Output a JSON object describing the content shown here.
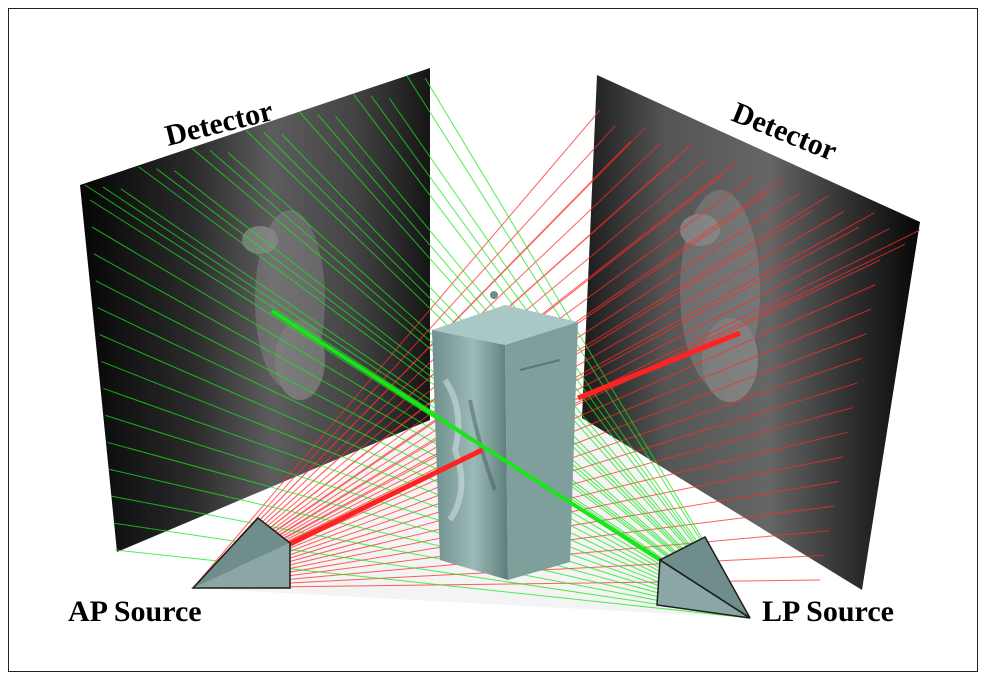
{
  "labels": {
    "detector_left": "Detector",
    "detector_right": "Detector",
    "ap_source": "AP Source",
    "lp_source": "LP Source"
  },
  "colors": {
    "ap_rays": "#ff2a2a",
    "lp_rays": "#19e619",
    "panel_dark": "#0b0b0b",
    "object": "#8fb0ad",
    "source_cone": "#8aa7a5"
  },
  "icons": [
    "ap-source-cone-icon",
    "lp-source-cone-icon"
  ]
}
